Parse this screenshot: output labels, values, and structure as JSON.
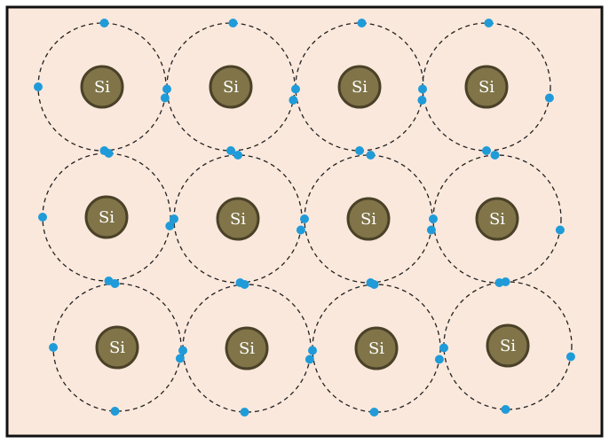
{
  "diagram": {
    "type": "silicon-crystal-lattice",
    "background_color": "#fbe8dc",
    "border_color": "#111111",
    "orbit_color": "#222222",
    "nucleus_fill": "#807448",
    "nucleus_stroke": "#4a4128",
    "electron_color": "#1f9bd9",
    "rows": 3,
    "columns": 4,
    "atoms": [
      {
        "label": "Si"
      },
      {
        "label": "Si"
      },
      {
        "label": "Si"
      },
      {
        "label": "Si"
      },
      {
        "label": "Si"
      },
      {
        "label": "Si"
      },
      {
        "label": "Si"
      },
      {
        "label": "Si"
      },
      {
        "label": "Si"
      },
      {
        "label": "Si"
      },
      {
        "label": "Si"
      },
      {
        "label": "Si"
      }
    ]
  }
}
